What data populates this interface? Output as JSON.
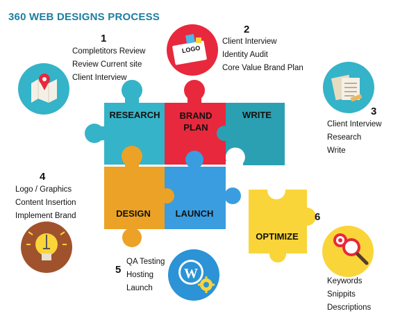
{
  "title": "360 WEB DESIGNS PROCESS",
  "steps": [
    {
      "number": "1",
      "items": [
        "Completitors Review",
        "Review Current site",
        "Client Interview"
      ],
      "icon": "map-pin-icon"
    },
    {
      "number": "2",
      "items": [
        "Client Interview",
        "Identity Audit",
        "Core Value Brand Plan"
      ],
      "icon": "logo-card-icon",
      "icon_text": "LOGO"
    },
    {
      "number": "3",
      "items": [
        "Client Interview",
        "Research",
        "Write"
      ],
      "icon": "documents-icon"
    },
    {
      "number": "4",
      "items": [
        "Logo / Graphics",
        "Content Insertion",
        "Implement Brand"
      ],
      "icon": "light-bulb-icon"
    },
    {
      "number": "5",
      "items": [
        "QA Testing",
        "Hosting",
        "Launch"
      ],
      "icon": "wordpress-gear-icon"
    },
    {
      "number": "6",
      "items": [
        "Keywords",
        "Snippits",
        "Descriptions"
      ],
      "icon": "magnifier-target-icon"
    }
  ],
  "pieces": {
    "research": {
      "label": "RESEARCH",
      "color": "#35b3c8"
    },
    "brand": {
      "label_line1": "BRAND",
      "label_line2": "PLAN",
      "color": "#e8283c"
    },
    "write": {
      "label": "WRITE",
      "color": "#2ba0b2"
    },
    "design": {
      "label": "DESIGN",
      "color": "#eba226"
    },
    "launch": {
      "label": "LAUNCH",
      "color": "#3a9de0"
    },
    "optimize": {
      "label": "OPTIMIZE",
      "color": "#f9d53a"
    }
  }
}
